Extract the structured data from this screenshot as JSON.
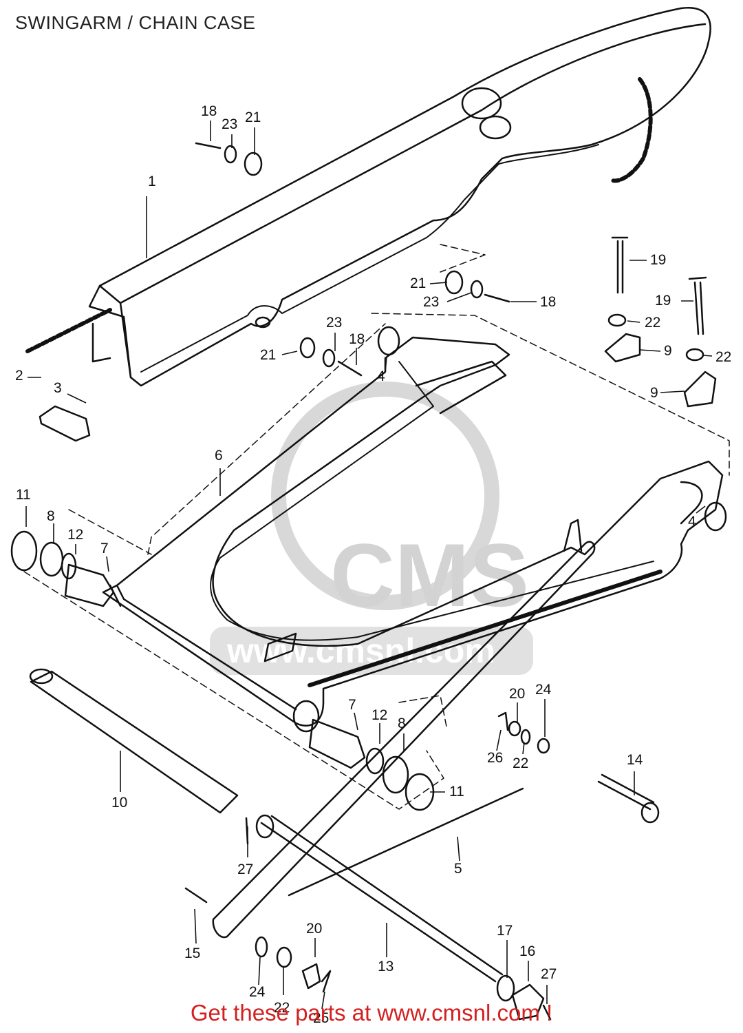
{
  "title": "SWINGARM / CHAIN CASE",
  "footer": "Get these parts at www.cmsnl.com !",
  "watermark": {
    "logo_text": "CMS",
    "url_text": "www.cmsnl.com"
  },
  "colors": {
    "ink": "#111111",
    "footer": "#d42020",
    "watermark": "#c8c8c8"
  },
  "part_labels": [
    "1",
    "2",
    "3",
    "4",
    "4",
    "5",
    "6",
    "7",
    "7",
    "8",
    "8",
    "9",
    "9",
    "10",
    "11",
    "11",
    "12",
    "12",
    "13",
    "14",
    "15",
    "16",
    "17",
    "18",
    "18",
    "18",
    "19",
    "19",
    "20",
    "20",
    "21",
    "21",
    "21",
    "22",
    "22",
    "22",
    "22",
    "23",
    "23",
    "23",
    "24",
    "24",
    "25",
    "26",
    "27",
    "27"
  ]
}
